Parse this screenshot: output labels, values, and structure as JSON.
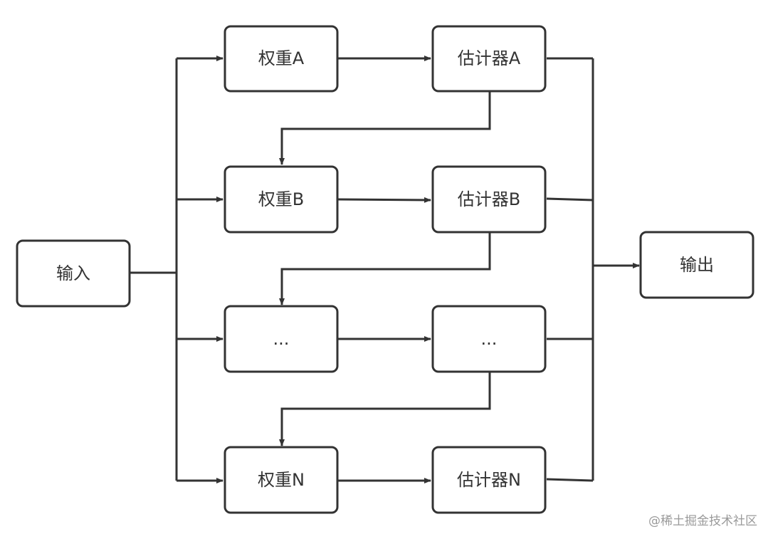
{
  "nodes": {
    "input": "输入",
    "output": "输出",
    "weight_a": "权重A",
    "estimator_a": "估计器A",
    "weight_b": "权重B",
    "estimator_b": "估计器B",
    "weight_etc": "...",
    "estimator_etc": "...",
    "weight_n": "权重N",
    "estimator_n": "估计器N"
  },
  "watermark": "@稀土掘金技术社区",
  "colors": {
    "stroke": "#333333",
    "background": "#ffffff",
    "watermark": "#9a9a9a"
  }
}
